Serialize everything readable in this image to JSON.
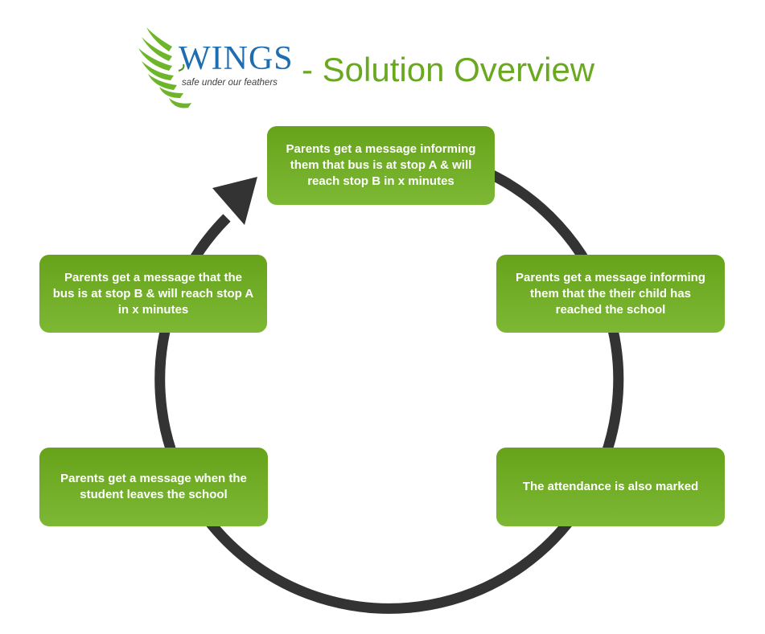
{
  "header": {
    "logo_word": "WINGS",
    "logo_tagline": "safe under our feathers",
    "title": "- Solution Overview"
  },
  "colors": {
    "brand_green": "#6aa81f",
    "box_green_top": "#66a31a",
    "box_green_bottom": "#7db835",
    "logo_blue": "#1e6db1",
    "cycle_stroke": "#333333"
  },
  "steps": [
    {
      "text": "Parents get a message informing them that bus is at stop A & will reach stop B in x minutes"
    },
    {
      "text": "Parents get a message informing them that the their child has reached the school"
    },
    {
      "text": "The attendance is also marked"
    },
    {
      "text": "Parents get a message when the student leaves the school"
    },
    {
      "text": "Parents get a message that the bus is at stop B & will reach stop A in x minutes"
    }
  ]
}
